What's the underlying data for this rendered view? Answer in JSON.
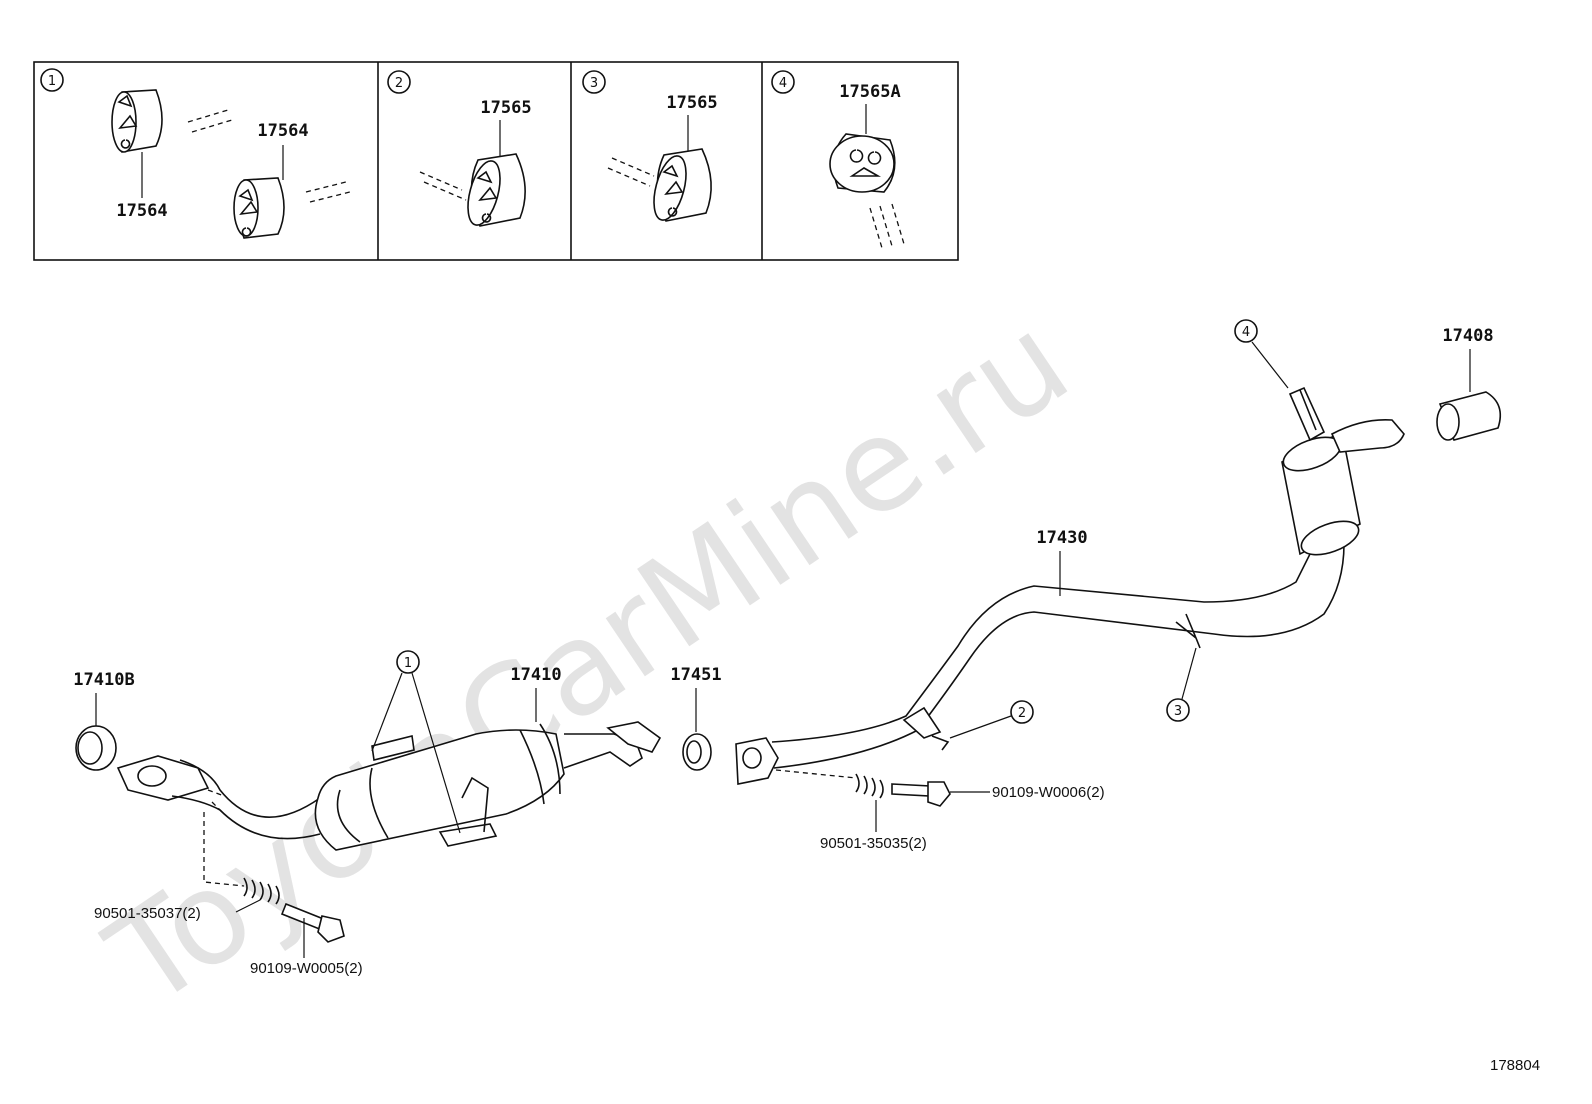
{
  "watermark": "ToyotaCarMine.ru",
  "diagram_code": "178804",
  "inset_panels": [
    {
      "index": "1",
      "parts": [
        "17564",
        "17564"
      ]
    },
    {
      "index": "2",
      "parts": [
        "17565"
      ]
    },
    {
      "index": "3",
      "parts": [
        "17565"
      ]
    },
    {
      "index": "4",
      "parts": [
        "17565A"
      ]
    }
  ],
  "parts": {
    "gasket_front": "17410B",
    "front_pipe": "17410",
    "gasket_mid": "17451",
    "tail_pipe": "17430",
    "tip": "17408",
    "spring_front": "90501-35037(2)",
    "bolt_front": "90109-W0005(2)",
    "spring_rear": "90501-35035(2)",
    "bolt_rear": "90109-W0006(2)"
  },
  "callouts": {
    "front_pipe_hangers": "1",
    "tail_front_hanger": "2",
    "tail_mid_hanger": "3",
    "muffler_hanger": "4"
  }
}
